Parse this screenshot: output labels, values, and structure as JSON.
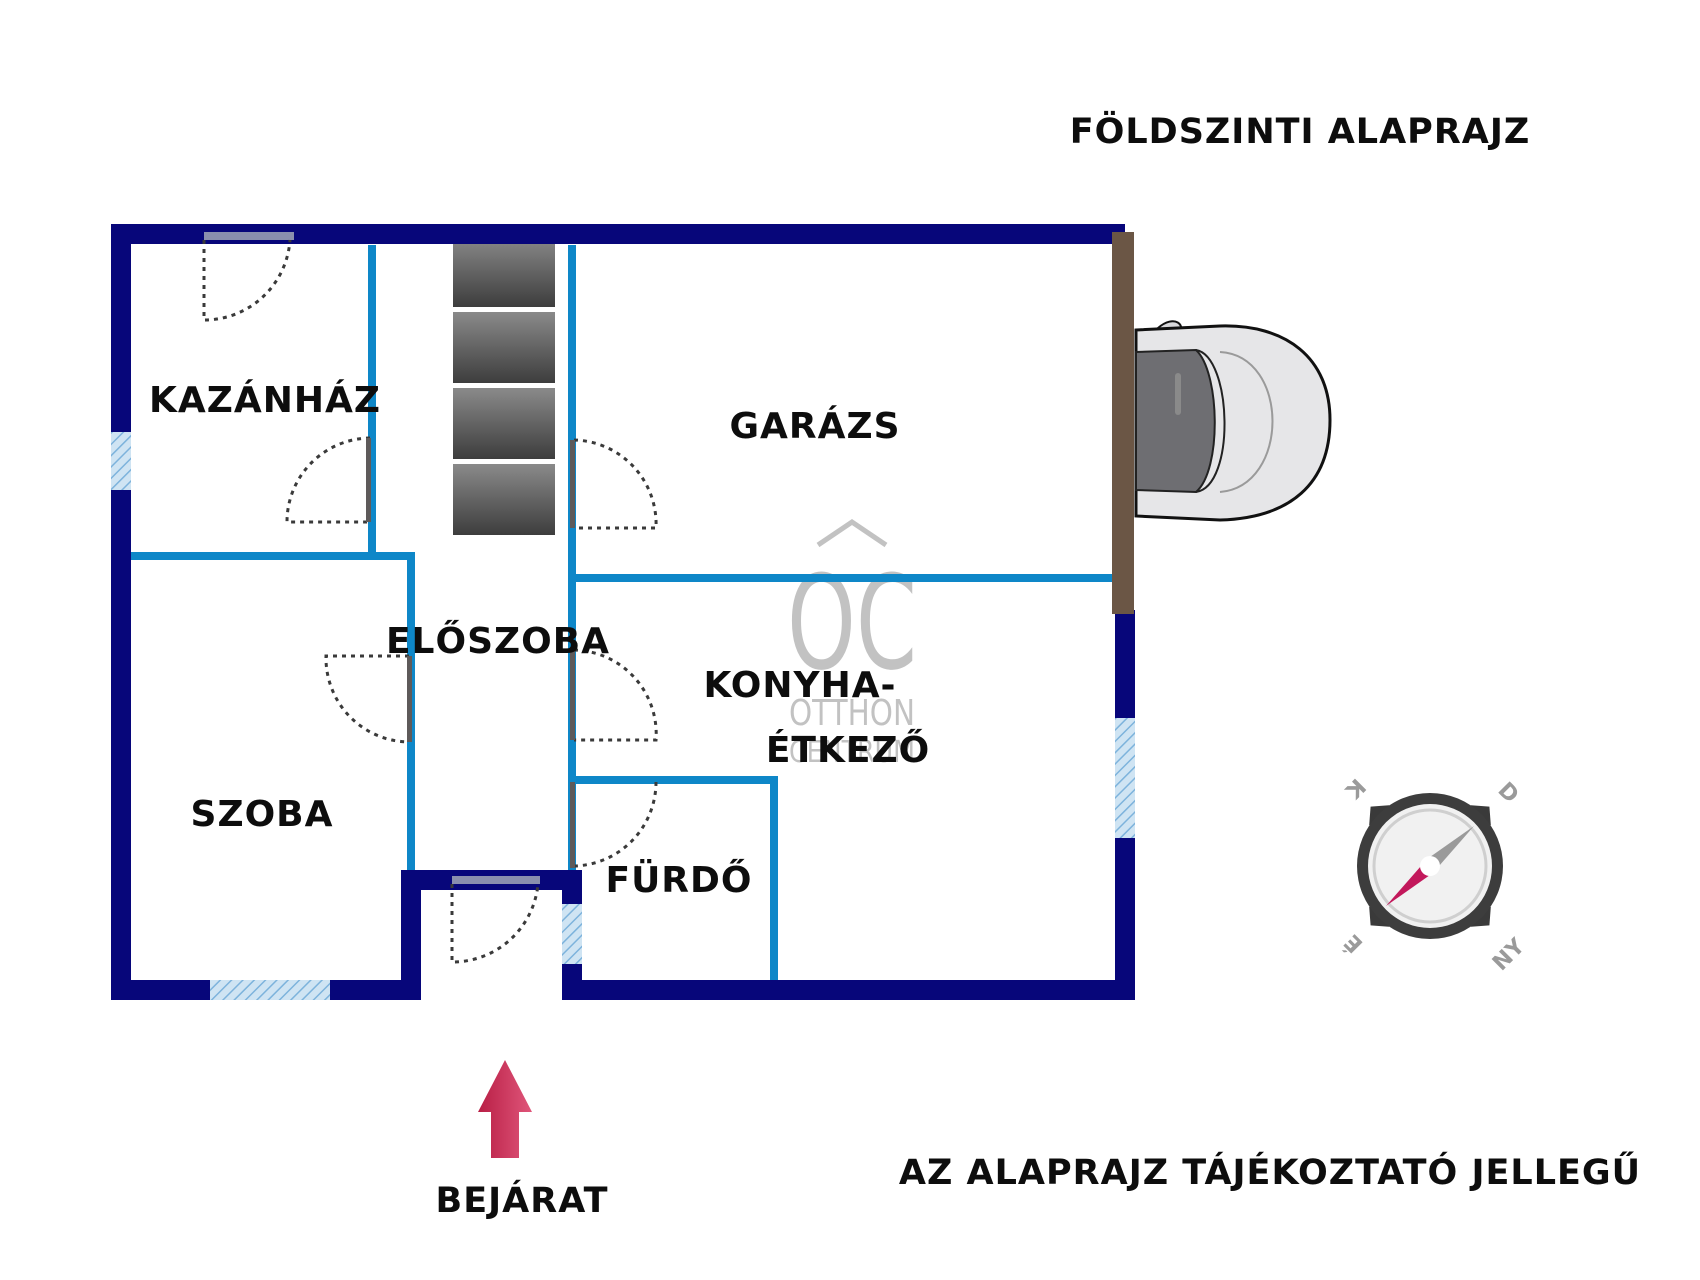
{
  "title": "FÖLDSZINTI ALAPRAJZ",
  "disclaimer": "AZ ALAPRAJZ TÁJÉKOZTATÓ JELLEGŰ",
  "entrance_label": "BEJÁRAT",
  "rooms": {
    "kazanhaz": "KAZÁNHÁZ",
    "garazs": "GARÁZS",
    "eloszoba": "ELŐSZOBA",
    "konyha_line1": "KONYHA-",
    "konyha_line2": "ÉTKEZŐ",
    "szoba": "SZOBA",
    "furdo": "FÜRDŐ"
  },
  "watermark": {
    "logo": "OC",
    "line1": "OTTHON",
    "line2": "CENTRUM"
  },
  "compass": {
    "north": "É",
    "south": "D",
    "east": "K",
    "west": "NY"
  },
  "colors": {
    "outer_wall": "#07067a",
    "inner_wall": "#0e87c8",
    "garage_door": "#6b5645",
    "window": "#9cc8e6",
    "entrance_arrow": "#d6375f",
    "compass_needle": "#c2185b"
  },
  "icons": [
    "staircase-icon",
    "car-icon",
    "compass-icon",
    "entrance-arrow-icon"
  ]
}
